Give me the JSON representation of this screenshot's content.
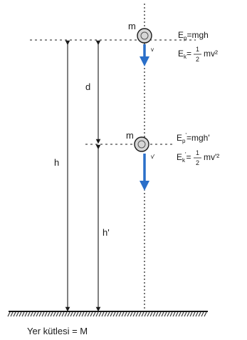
{
  "diagram": {
    "mass_label_top": "m",
    "mass_label_mid": "m",
    "label_h": "h",
    "label_d": "d",
    "label_h_prime": "h'",
    "velocity_top": "v",
    "velocity_mid": "v'",
    "formulas_top": {
      "ep": "E",
      "ep_sub": "p",
      "ep_rhs": "=mgh",
      "ek": "E",
      "ek_sub": "k",
      "ek_eq": "=",
      "ek_num": "1",
      "ek_den": "2",
      "ek_rhs": "mv²"
    },
    "formulas_mid": {
      "ep": "E",
      "ep_sub": "p",
      "ep_prime": "'",
      "ep_rhs": "=mgh'",
      "ek": "E",
      "ek_sub": "k",
      "ek_prime": "'",
      "ek_eq": "=",
      "ek_num": "1",
      "ek_den": "2",
      "ek_rhs": "mv'²"
    },
    "earth_mass_label": "Yer  kütlesi  = M",
    "colors": {
      "ink": "#1a1a1a",
      "arrow_blue": "#2a6fc9",
      "ball_fill": "#d6d6d6"
    }
  }
}
